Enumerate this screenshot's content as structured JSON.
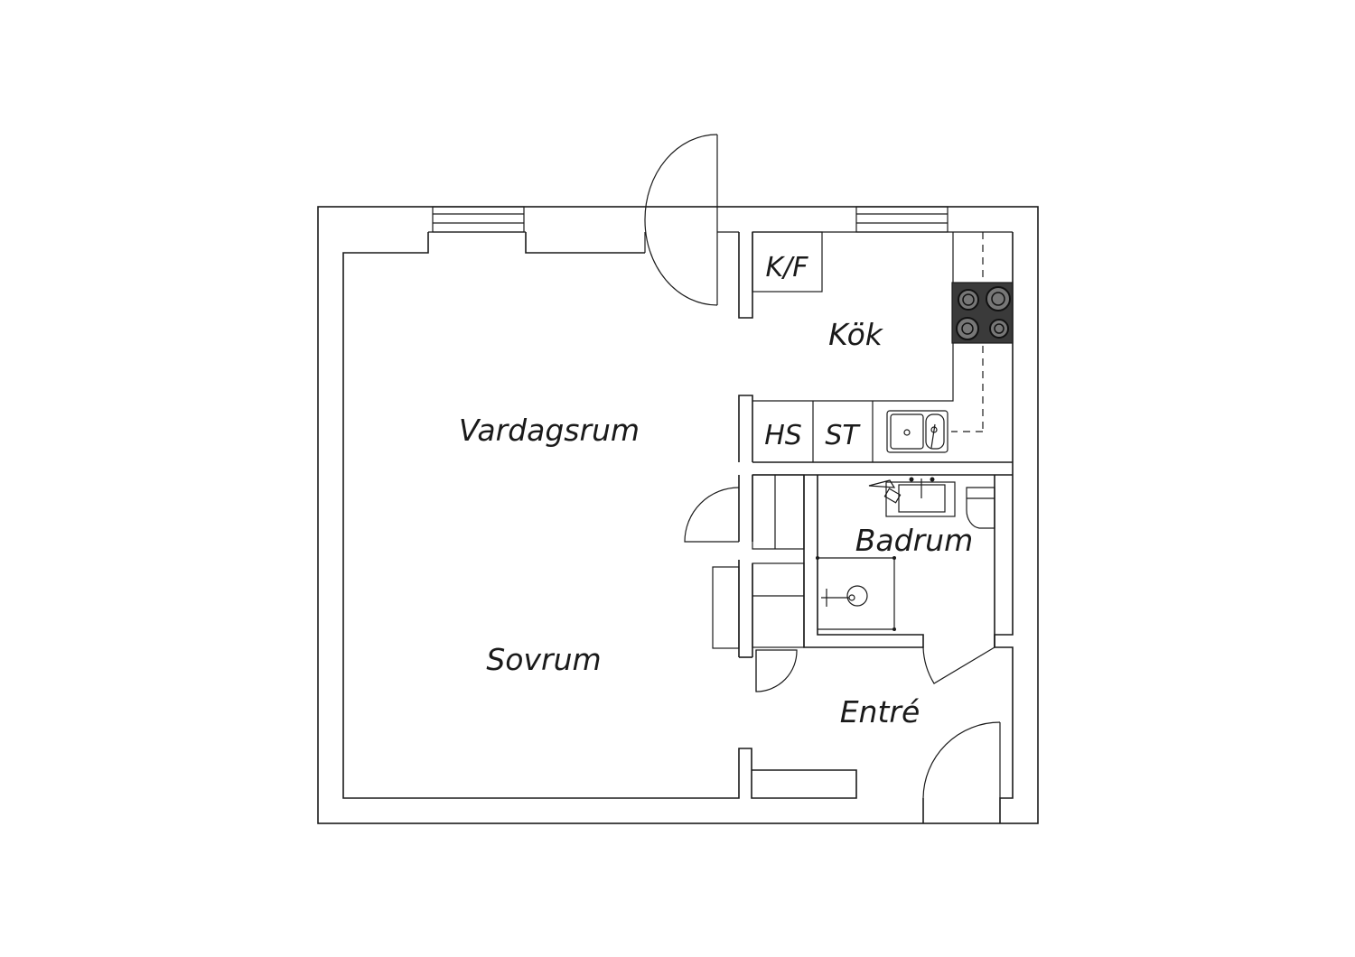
{
  "rooms": {
    "living": "Vardagsrum",
    "bedroom": "Sovrum",
    "kitchen": "Kök",
    "bathroom": "Badrum",
    "entrance": "Entré"
  },
  "fixtures": {
    "fridge_freezer": "K/F",
    "hs": "HS",
    "st": "ST"
  },
  "colors": {
    "line": "#1a1a1a",
    "stove": "#3a3a3a",
    "background": "#ffffff"
  }
}
